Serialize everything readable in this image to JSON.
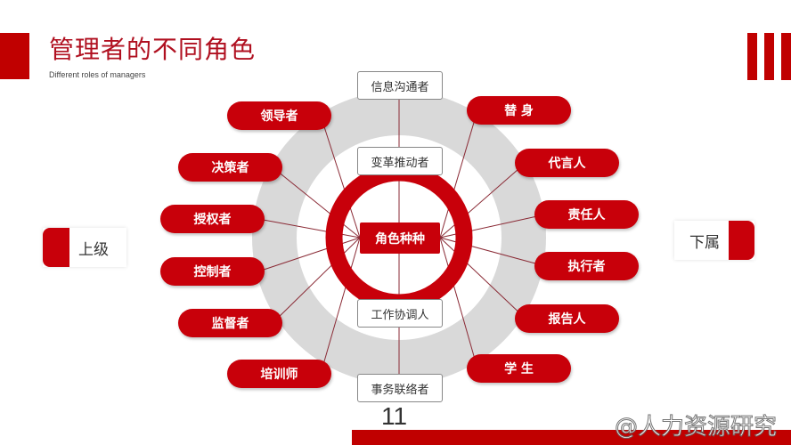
{
  "title": "管理者的不同角色",
  "subtitle": "Different roles of managers",
  "center_label": "角色种种",
  "vertical_boxes": [
    "信息沟通者",
    "变革推动者",
    "工作协调人",
    "事务联络者"
  ],
  "left_roles": [
    "领导者",
    "决策者",
    "授权者",
    "控制者",
    "监督者",
    "培训师"
  ],
  "right_roles": [
    "替 身",
    "代言人",
    "责任人",
    "执行者",
    "报告人",
    "学 生"
  ],
  "superior_label": "上级",
  "subordinate_label": "下属",
  "page_number": "11",
  "watermark": "@人力资源研究",
  "colors": {
    "accent": "#c8000a",
    "ring_gray": "#d9d9d9"
  }
}
